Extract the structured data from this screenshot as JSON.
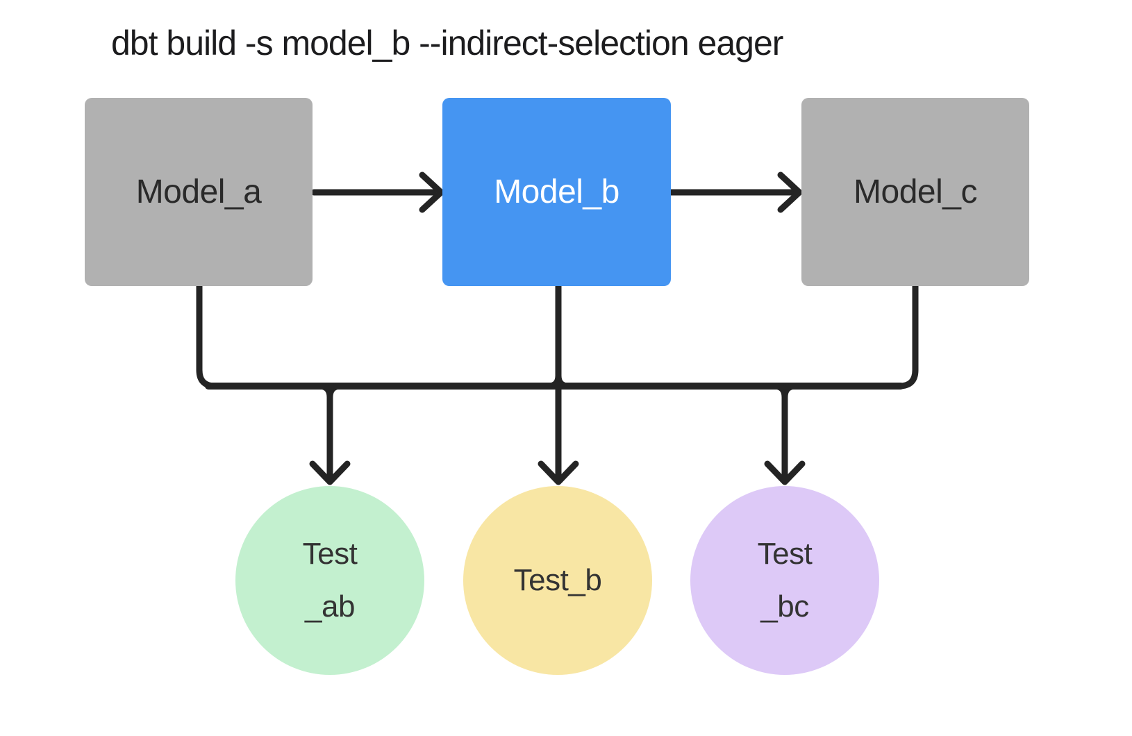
{
  "title": "dbt build -s model_b --indirect-selection eager",
  "nodes": {
    "models": [
      {
        "id": "model_a",
        "label": "Model_a",
        "fill": "#b1b1b1",
        "text_color": "#2a2a2a",
        "selected": false
      },
      {
        "id": "model_b",
        "label": "Model_b",
        "fill": "#4595f2",
        "text_color": "#ffffff",
        "selected": true
      },
      {
        "id": "model_c",
        "label": "Model_c",
        "fill": "#b1b1b1",
        "text_color": "#2a2a2a",
        "selected": false
      }
    ],
    "tests": [
      {
        "id": "test_ab",
        "lines": [
          "Test",
          "_ab"
        ],
        "fill": "#c3f0cf",
        "text_color": "#333333"
      },
      {
        "id": "test_b",
        "lines": [
          "Test_b"
        ],
        "fill": "#f8e6a4",
        "text_color": "#333333"
      },
      {
        "id": "test_bc",
        "lines": [
          "Test",
          "_bc"
        ],
        "fill": "#ddc9f7",
        "text_color": "#333333"
      }
    ]
  },
  "edges": [
    {
      "from": "model_a",
      "to": "model_b"
    },
    {
      "from": "model_b",
      "to": "model_c"
    },
    {
      "from": "model_a",
      "to": "test_ab"
    },
    {
      "from": "model_b",
      "to": "test_ab"
    },
    {
      "from": "model_b",
      "to": "test_b"
    },
    {
      "from": "model_b",
      "to": "test_bc"
    },
    {
      "from": "model_c",
      "to": "test_bc"
    }
  ],
  "colors": {
    "background": "#ffffff",
    "line": "#242424",
    "title_text": "#1c1c1e",
    "selected_model_fill": "#4595f2",
    "unselected_model_fill": "#b1b1b1"
  }
}
